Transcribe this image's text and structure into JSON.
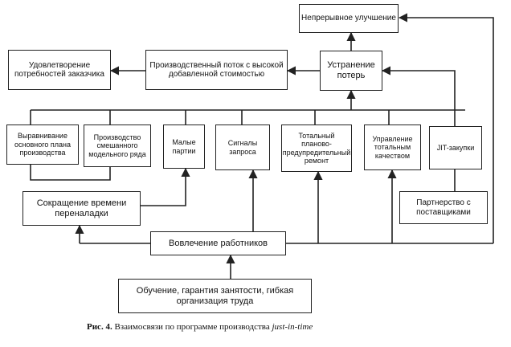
{
  "nodes": {
    "kaizen": "Непрерывное улучшение",
    "customer": "Удовлетворение потребностей заказчика",
    "valueflow": "Производственный поток с высокой добавленной стоимостью",
    "waste": "Устранение потерь",
    "leveling": "Выравнивание основного плана производства",
    "mixed": "Производство смешанного модельного ряда",
    "smalllots": "Малые партии",
    "pull": "Сигналы запроса",
    "tpm": "Тотальный планово-предупредительный ремонт",
    "tqm": "Управление тотальным качеством",
    "jit_purchase": "JIT-закупки",
    "setup": "Сокращение времени переналадки",
    "partnership": "Партнерство с поставщиками",
    "involvement": "Вовлечение работников",
    "training": "Обучение, гарантия занятости, гибкая организация труда"
  },
  "caption": {
    "label": "Рис. 4.",
    "text": "Взаимосвязи по программе производства",
    "term": "just-in-time"
  }
}
